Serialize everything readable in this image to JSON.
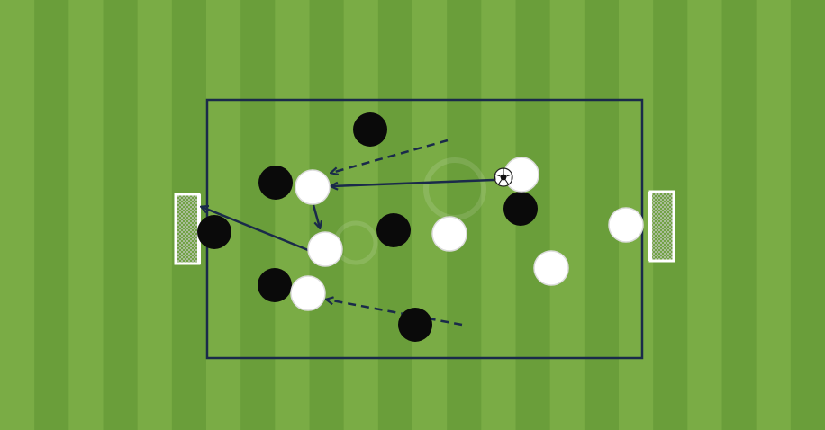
{
  "diagram": {
    "pitch": {
      "stripe_light": "#7aac45",
      "stripe_dark": "#6a9e3a",
      "line_color": "#1a2a4a"
    },
    "teams": {
      "black": {
        "fill": "#0a0a0a",
        "stroke": "#000000"
      },
      "white": {
        "fill": "#ffffff",
        "stroke": "#d8d8d8"
      }
    },
    "players": [
      {
        "id": "b1",
        "team": "black"
      },
      {
        "id": "b2",
        "team": "black"
      },
      {
        "id": "b3",
        "team": "black"
      },
      {
        "id": "b4",
        "team": "black"
      },
      {
        "id": "b5",
        "team": "black"
      },
      {
        "id": "b6",
        "team": "black"
      },
      {
        "id": "b7",
        "team": "black"
      },
      {
        "id": "w1",
        "team": "white"
      },
      {
        "id": "w2",
        "team": "white"
      },
      {
        "id": "w3",
        "team": "white"
      },
      {
        "id": "w4",
        "team": "white"
      },
      {
        "id": "w5",
        "team": "white"
      },
      {
        "id": "w6",
        "team": "white"
      },
      {
        "id": "w7",
        "team": "white"
      }
    ],
    "movements": [
      {
        "id": "pass-1",
        "style": "solid",
        "meaning": "pass"
      },
      {
        "id": "pass-2",
        "style": "solid",
        "meaning": "pass"
      },
      {
        "id": "shot",
        "style": "solid",
        "meaning": "shot"
      },
      {
        "id": "run-1",
        "style": "dashed",
        "meaning": "run"
      },
      {
        "id": "run-2",
        "style": "dashed",
        "meaning": "run"
      }
    ],
    "goals": [
      "left-goal",
      "right-goal"
    ],
    "ball": {
      "icon": "soccer-ball-icon"
    }
  }
}
